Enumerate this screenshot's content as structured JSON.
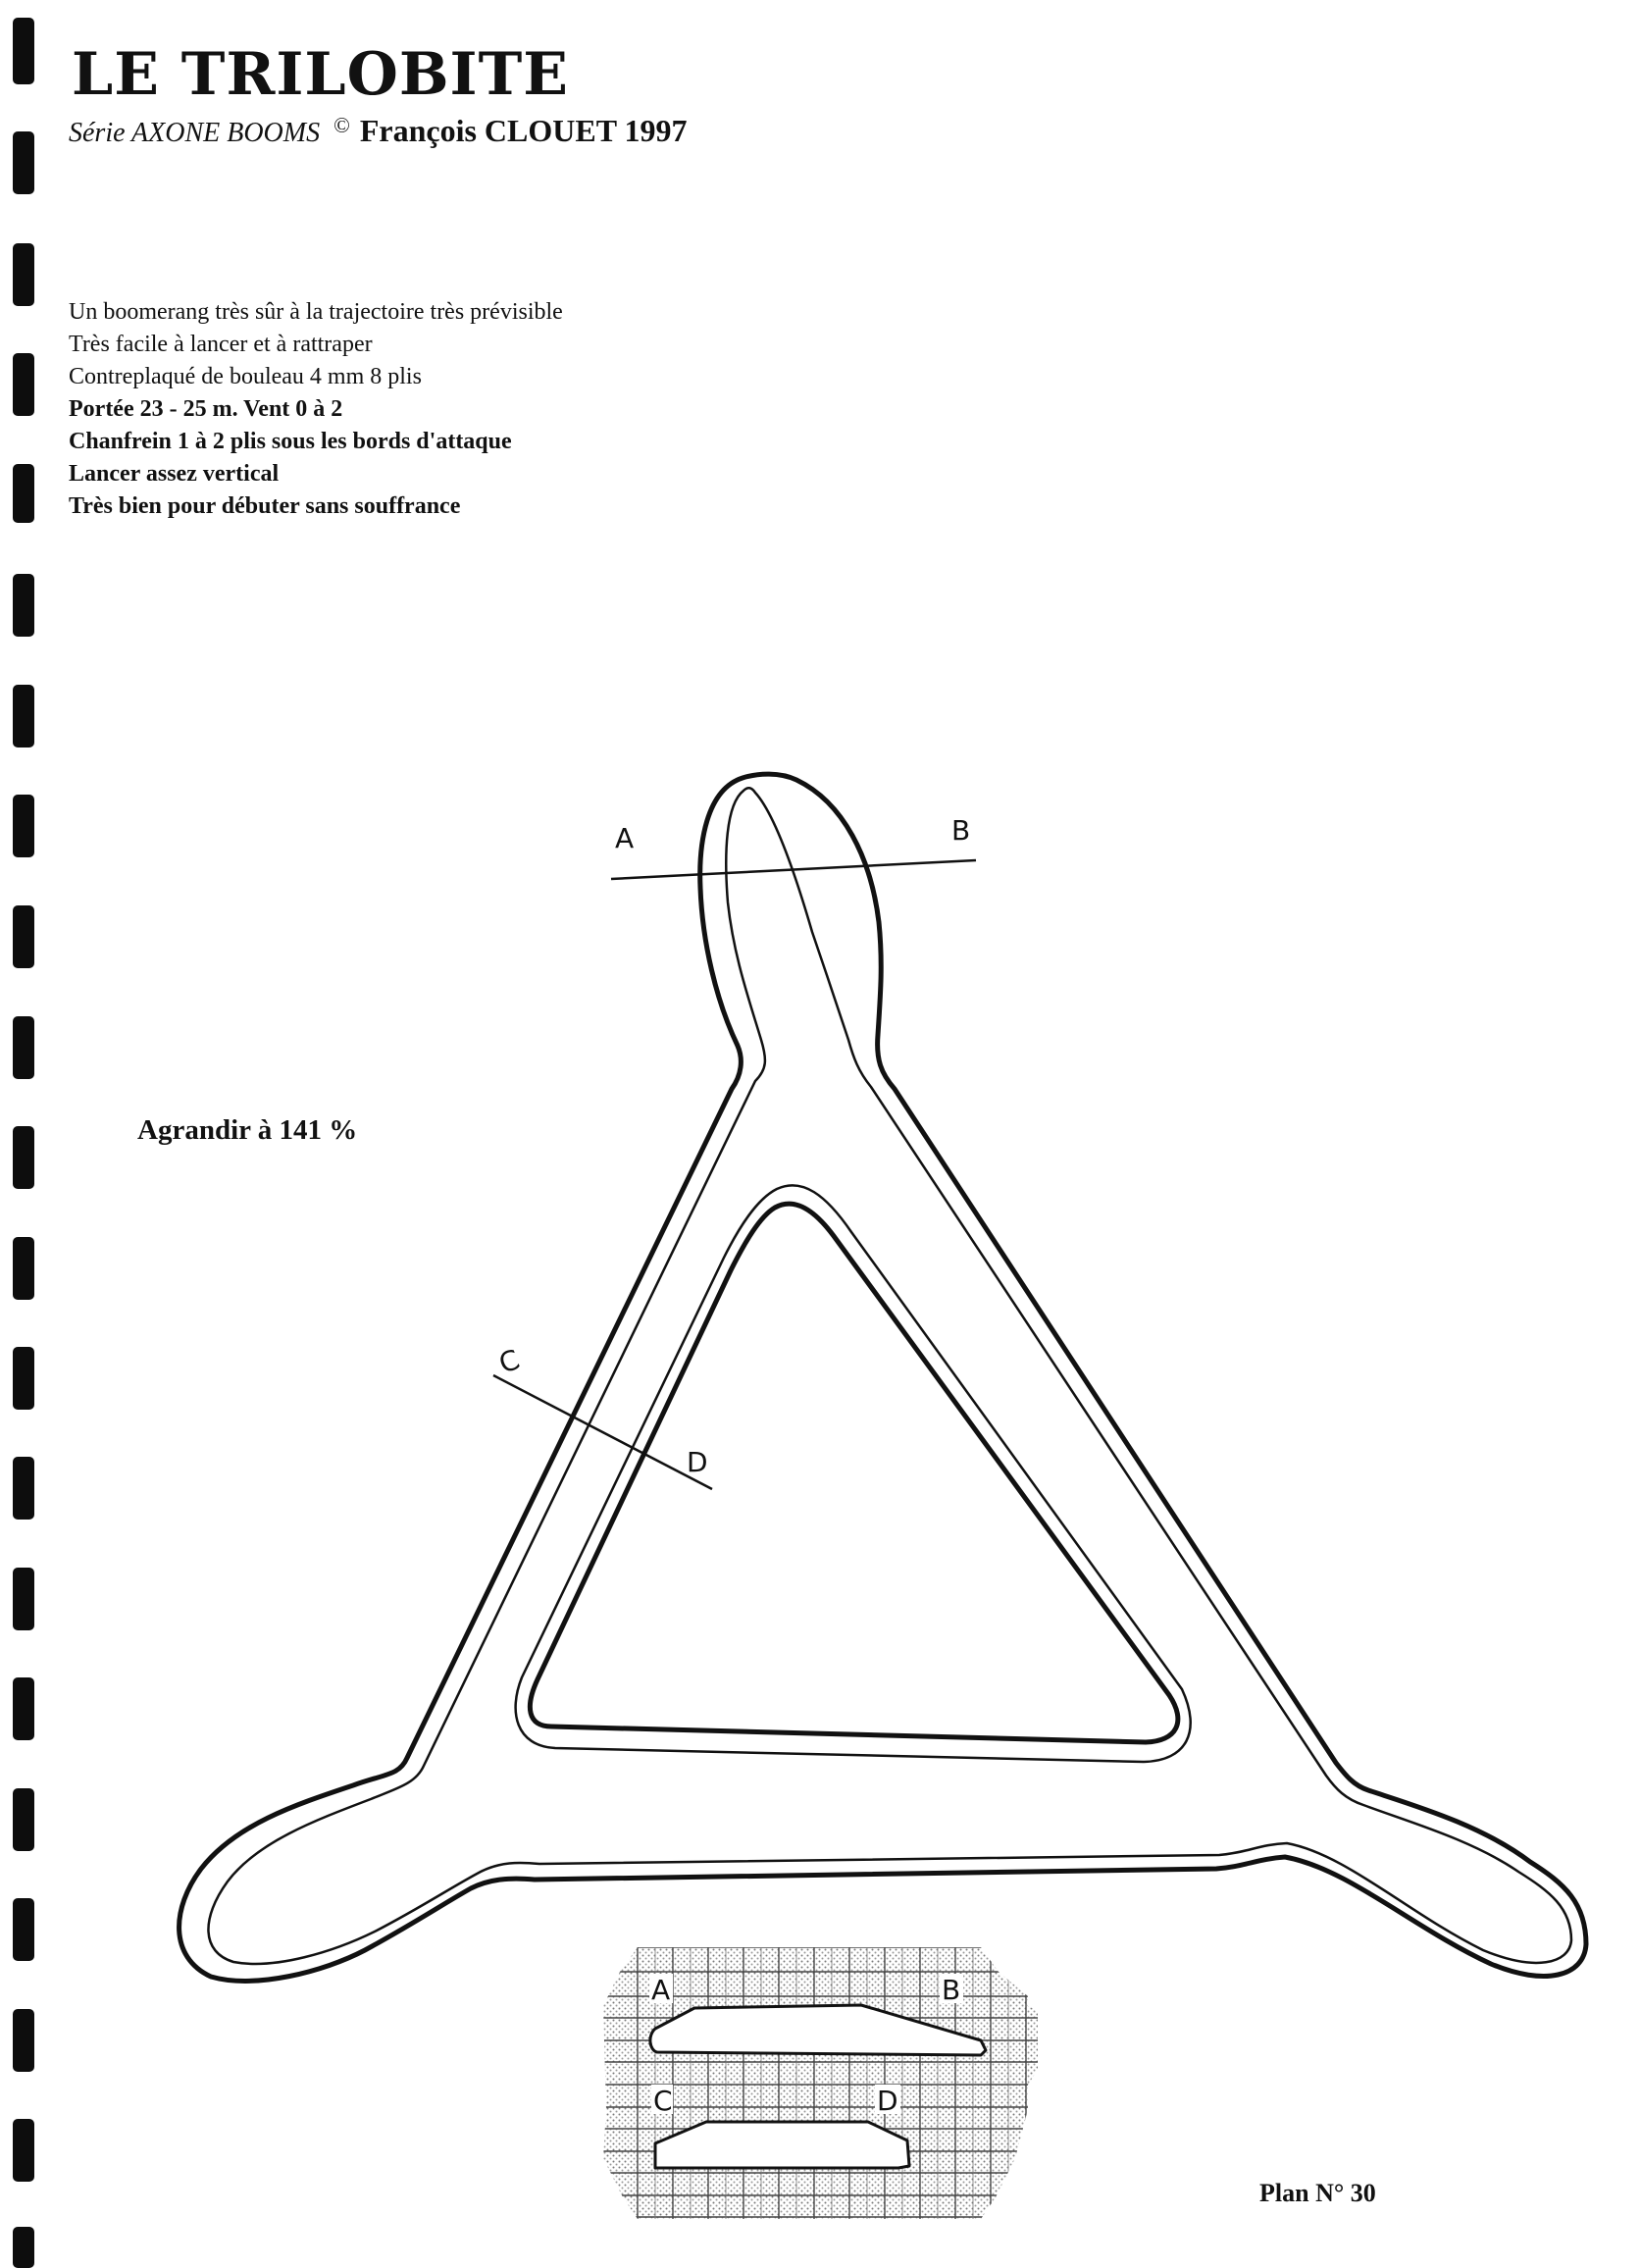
{
  "title": "LE TRILOBITE",
  "series_label": "Série AXONE BOOMS",
  "copyright_symbol": "©",
  "author_year": "François CLOUET 1997",
  "description_lines": [
    "Un boomerang très sûr à la trajectoire très prévisible",
    "Très facile à lancer et à rattraper",
    "Contreplaqué de bouleau 4 mm 8 plis",
    "Portée 23 - 25 m. Vent 0 à 2",
    "Chanfrein 1 à 2 plis sous les bords d'attaque",
    "Lancer assez vertical",
    "Très bien pour débuter sans souffrance"
  ],
  "scale_note": "Agrandir à 141 %",
  "plan_number": "Plan N° 30",
  "section_labels": {
    "a": "A",
    "b": "B",
    "c": "C",
    "d": "D"
  },
  "profile_labels": {
    "a": "A",
    "b": "B",
    "c": "C",
    "d": "D"
  },
  "colors": {
    "ink": "#111111",
    "paper": "#ffffff"
  }
}
